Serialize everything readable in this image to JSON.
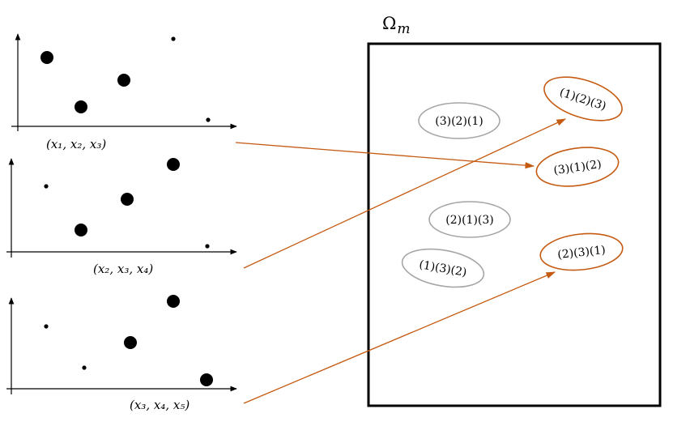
{
  "region": {
    "symbol": "Ω",
    "subscript": "m"
  },
  "plots": [
    {
      "label": "(x₁, x₂, x₃)"
    },
    {
      "label": "(x₂, x₃, x₄)"
    },
    {
      "label": "(x₃, x₄, x₅)"
    }
  ],
  "patterns": {
    "gray": [
      "(3)(2)(1)",
      "(2)(1)(3)",
      "(1)(3)(2)"
    ],
    "orange": [
      "(1)(2)(3)",
      "(3)(1)(2)",
      "(2)(3)(1)"
    ]
  },
  "colors": {
    "accent": "#c55a11",
    "inactive": "#a6a6a6",
    "ink": "#000000"
  }
}
